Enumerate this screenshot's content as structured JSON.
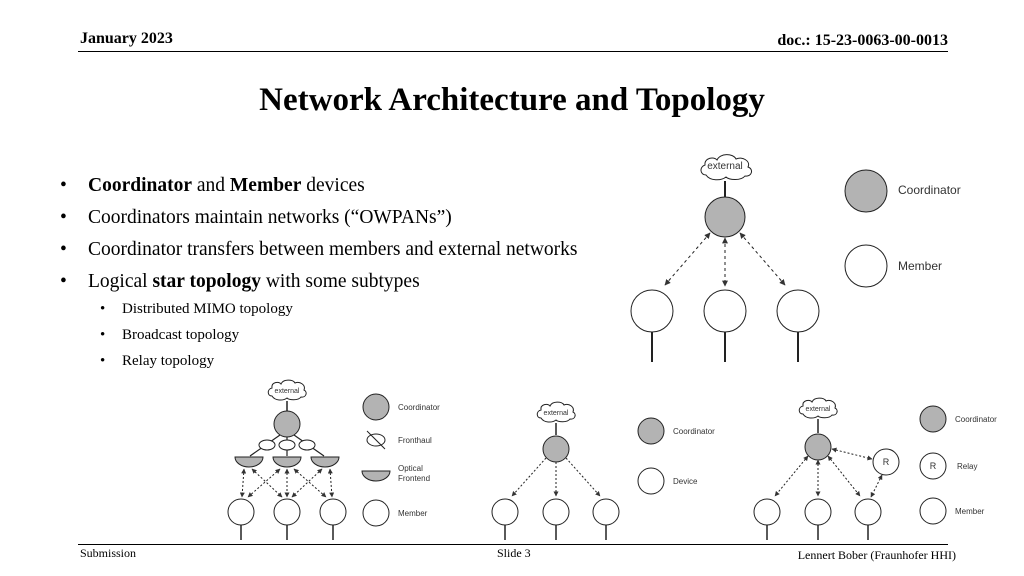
{
  "header": {
    "date": "January 2023",
    "doc": "doc.: 15-23-0063-00-0013"
  },
  "title": "Network Architecture and Topology",
  "bullets": [
    {
      "b": "Coordinator",
      "t1": " and ",
      "b2": "Member",
      "t2": " devices"
    },
    {
      "text": "Coordinators maintain networks (“OWPANs”)"
    },
    {
      "text": "Coordinator transfers between members and external networks"
    },
    {
      "t1": "Logical ",
      "b": "star topology",
      "t2": " with some subtypes"
    }
  ],
  "sub_bullets": [
    "Distributed MIMO topology",
    "Broadcast topology",
    "Relay topology"
  ],
  "figures": {
    "main": {
      "cloud": "external",
      "legend_coordinator": "Coordinator",
      "legend_member": "Member"
    },
    "mimo": {
      "cloud": "external",
      "legend_coordinator": "Coordinator",
      "legend_fronthaul": "Fronthaul",
      "legend_optical_1": "Optical",
      "legend_optical_2": "Frontend",
      "legend_member": "Member"
    },
    "broadcast": {
      "cloud": "external",
      "legend_coordinator": "Coordinator",
      "legend_device": "Device"
    },
    "relay": {
      "cloud": "external",
      "relay_letter": "R",
      "legend_coordinator": "Coordinator",
      "legend_relay": "Relay",
      "legend_member": "Member"
    }
  },
  "footer": {
    "left": "Submission",
    "center": "Slide 3",
    "right": "Lennert Bober (Fraunhofer HHI)"
  },
  "colors": {
    "coordinator_fill": "#b3b3b3",
    "line": "#222222"
  }
}
